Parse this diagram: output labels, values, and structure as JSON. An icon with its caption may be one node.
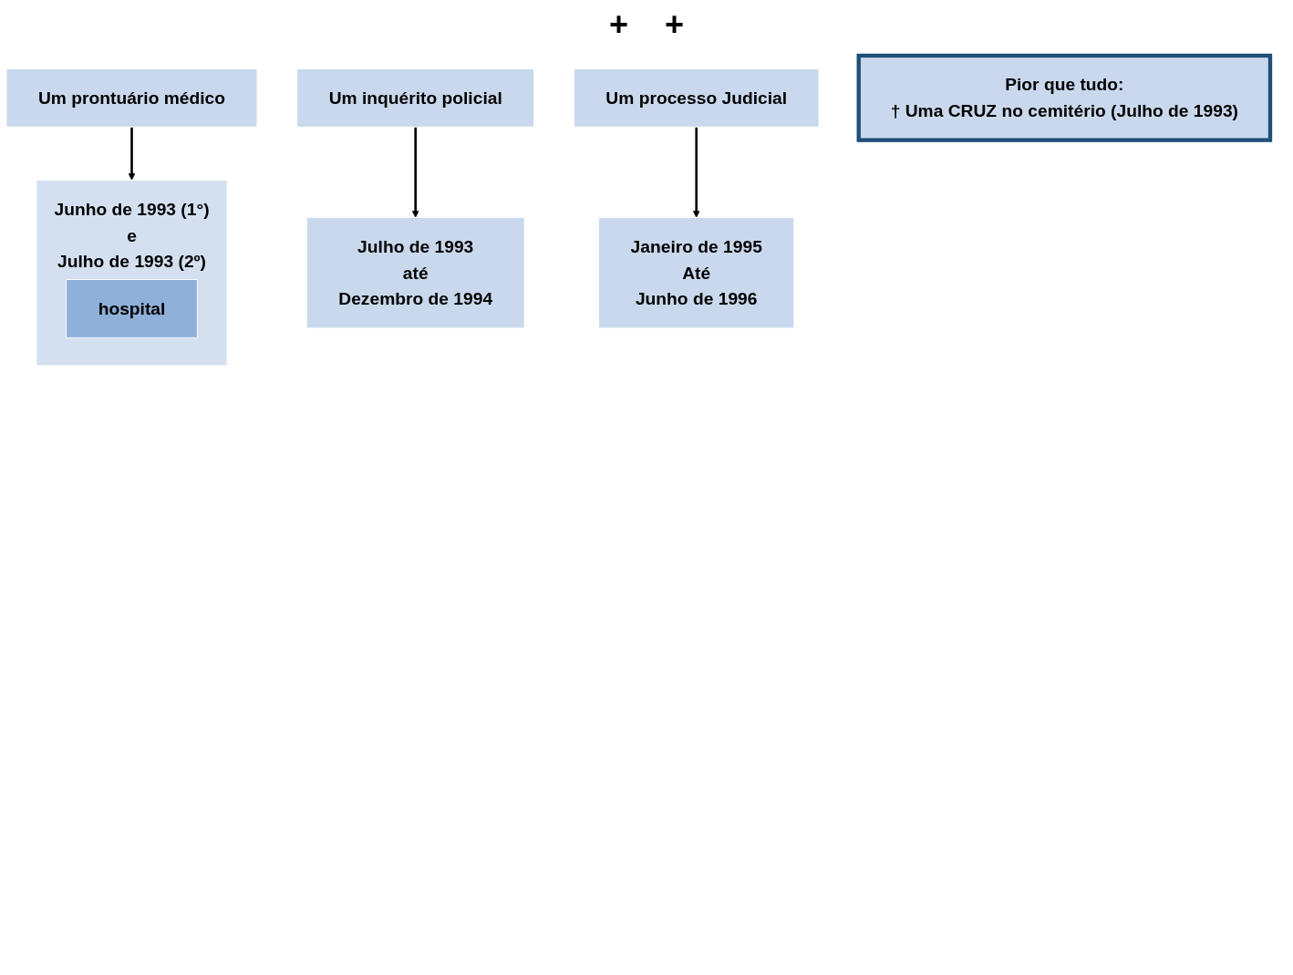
{
  "diagram": {
    "nodes": [
      {
        "text": [
          "Um prontuário médico"
        ]
      },
      {
        "text": [
          "Um inquérito policial"
        ]
      },
      {
        "text": [
          "Um processo Judicial"
        ]
      },
      {
        "text": [
          "Junho de 1993 (1°)",
          "e",
          "Julho de 1993 (2º)"
        ]
      },
      {
        "text": [
          "hospital"
        ],
        "in": 3
      },
      {
        "text": [
          "Janeiro de 1995",
          "Até",
          "Junho de 1996"
        ]
      },
      {
        "text": [
          "Julho de 1993",
          "até",
          "Dezembro de 1994"
        ]
      },
      {
        "text": [
          "Pior que tudo:",
          "† Uma CRUZ no cemitério (Julho de 1993)"
        ]
      }
    ],
    "edges": [
      {
        "from": 0,
        "to": 3,
        "arrow": "to"
      },
      {
        "from": 1,
        "to": 6,
        "arrow": "to"
      },
      {
        "from": 2,
        "to": 5,
        "arrow": "to"
      }
    ],
    "labels": [
      "+",
      "+"
    ]
  }
}
